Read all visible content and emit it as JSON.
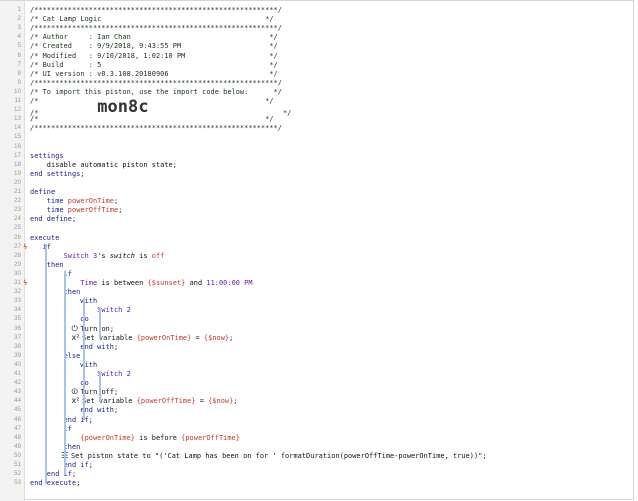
{
  "colors": {
    "comment": "#1f2f1f",
    "keyword": "#1c1c8a",
    "variable": "#c0392b",
    "device": "#6a1bb3",
    "flag": "#e06a1b",
    "guide": "#a8c4e6"
  },
  "lines": [
    {
      "n": "1",
      "t": [
        [
          "comment",
          "/**********************************************************/"
        ]
      ]
    },
    {
      "n": "2",
      "t": [
        [
          "comment",
          "/* Cat Lamp Logic                                       */"
        ]
      ]
    },
    {
      "n": "3",
      "t": [
        [
          "comment",
          "/**********************************************************/"
        ]
      ]
    },
    {
      "n": "4",
      "t": [
        [
          "comment",
          "/* Author     : Ian Chan                                 */"
        ]
      ]
    },
    {
      "n": "5",
      "t": [
        [
          "comment",
          "/* Created    : 9/9/2018, 9:43:55 PM                     */"
        ]
      ]
    },
    {
      "n": "6",
      "t": [
        [
          "comment",
          "/* Modified   : 9/10/2018, 1:02:10 PM                    */"
        ]
      ]
    },
    {
      "n": "7",
      "t": [
        [
          "comment",
          "/* Build      : 5                                        */"
        ]
      ]
    },
    {
      "n": "8",
      "t": [
        [
          "comment",
          "/* UI version : v0.3.108.20180906                        */"
        ]
      ]
    },
    {
      "n": "9",
      "t": [
        [
          "comment",
          "/**********************************************************/"
        ]
      ]
    },
    {
      "n": "10",
      "t": [
        [
          "comment",
          "/* To import this piston, use the import code below:      */"
        ]
      ]
    },
    {
      "n": "11",
      "t": [
        [
          "comment",
          "/*                                                      */"
        ]
      ]
    },
    {
      "n": "12",
      "t": [
        [
          "comment",
          "/*              "
        ],
        [
          "big",
          "mon8c"
        ],
        [
          "comment",
          "                                */"
        ]
      ]
    },
    {
      "n": "13",
      "t": [
        [
          "comment",
          "/*                                                      */"
        ]
      ]
    },
    {
      "n": "14",
      "t": [
        [
          "comment",
          "/**********************************************************/"
        ]
      ]
    },
    {
      "n": "15",
      "t": []
    },
    {
      "n": "16",
      "t": []
    },
    {
      "n": "17",
      "t": [
        [
          "keyword",
          "settings"
        ]
      ]
    },
    {
      "n": "18",
      "t": [
        [
          "text",
          "    disable automatic piston state;"
        ]
      ]
    },
    {
      "n": "19",
      "t": [
        [
          "keyword",
          "end settings"
        ],
        [
          "text",
          ";"
        ]
      ]
    },
    {
      "n": "20",
      "t": []
    },
    {
      "n": "21",
      "t": [
        [
          "keyword",
          "define"
        ]
      ]
    },
    {
      "n": "22",
      "t": [
        [
          "type",
          "    time "
        ],
        [
          "var",
          "powerOnTime"
        ],
        [
          "text",
          ";"
        ]
      ]
    },
    {
      "n": "23",
      "t": [
        [
          "type",
          "    time "
        ],
        [
          "var",
          "powerOffTime"
        ],
        [
          "text",
          ";"
        ]
      ]
    },
    {
      "n": "24",
      "t": [
        [
          "keyword",
          "end define"
        ],
        [
          "text",
          ";"
        ]
      ]
    },
    {
      "n": "25",
      "t": []
    },
    {
      "n": "26",
      "t": [
        [
          "keyword",
          "execute"
        ]
      ]
    },
    {
      "n": "27",
      "flag": "ϟ",
      "t": [
        [
          "keyword",
          "   if"
        ]
      ]
    },
    {
      "n": "28",
      "t": [
        [
          "device",
          "        Switch 3"
        ],
        [
          "text",
          "'s "
        ],
        [
          "italic",
          "switch"
        ],
        [
          "text",
          " is "
        ],
        [
          "var",
          "off"
        ]
      ]
    },
    {
      "n": "29",
      "t": [
        [
          "keyword",
          "    then"
        ]
      ]
    },
    {
      "n": "30",
      "t": [
        [
          "keyword",
          "        if"
        ]
      ]
    },
    {
      "n": "31",
      "flag": "ϟ",
      "t": [
        [
          "device",
          "            Time"
        ],
        [
          "text",
          " is between "
        ],
        [
          "var",
          "{$sunset}"
        ],
        [
          "text",
          " and "
        ],
        [
          "num",
          "11:00:00 PM"
        ]
      ]
    },
    {
      "n": "32",
      "t": [
        [
          "keyword",
          "        then"
        ]
      ]
    },
    {
      "n": "33",
      "t": [
        [
          "keyword",
          "            with"
        ]
      ]
    },
    {
      "n": "34",
      "t": [
        [
          "device",
          "                Switch 2"
        ]
      ]
    },
    {
      "n": "35",
      "t": [
        [
          "keyword",
          "            do"
        ]
      ]
    },
    {
      "n": "36",
      "t": [
        [
          "icon",
          "                ⏻ "
        ],
        [
          "text",
          "Turn on;"
        ]
      ]
    },
    {
      "n": "37",
      "t": [
        [
          "icon",
          "                x² "
        ],
        [
          "text",
          "Set variable "
        ],
        [
          "var",
          "{powerOnTime}"
        ],
        [
          "text",
          " = "
        ],
        [
          "var",
          "{$now}"
        ],
        [
          "text",
          ";"
        ]
      ]
    },
    {
      "n": "38",
      "t": [
        [
          "keyword",
          "            end with"
        ],
        [
          "text",
          ";"
        ]
      ]
    },
    {
      "n": "39",
      "t": [
        [
          "keyword",
          "        else"
        ]
      ]
    },
    {
      "n": "40",
      "t": [
        [
          "keyword",
          "            with"
        ]
      ]
    },
    {
      "n": "41",
      "t": [
        [
          "device",
          "                Switch 2"
        ]
      ]
    },
    {
      "n": "42",
      "t": [
        [
          "keyword",
          "            do"
        ]
      ]
    },
    {
      "n": "43",
      "t": [
        [
          "icon",
          "                ⏼ "
        ],
        [
          "text",
          "Turn off;"
        ]
      ]
    },
    {
      "n": "44",
      "t": [
        [
          "icon",
          "                x² "
        ],
        [
          "text",
          "Set variable "
        ],
        [
          "var",
          "{powerOffTime}"
        ],
        [
          "text",
          " = "
        ],
        [
          "var",
          "{$now}"
        ],
        [
          "text",
          ";"
        ]
      ]
    },
    {
      "n": "45",
      "t": [
        [
          "keyword",
          "            end with"
        ],
        [
          "text",
          ";"
        ]
      ]
    },
    {
      "n": "46",
      "t": [
        [
          "keyword",
          "        end if"
        ],
        [
          "text",
          ";"
        ]
      ]
    },
    {
      "n": "47",
      "t": [
        [
          "keyword",
          "        if"
        ]
      ]
    },
    {
      "n": "48",
      "t": [
        [
          "var",
          "            {powerOnTime}"
        ],
        [
          "text",
          " is before "
        ],
        [
          "var",
          "{powerOffTime}"
        ]
      ]
    },
    {
      "n": "49",
      "t": [
        [
          "keyword",
          "        then"
        ]
      ]
    },
    {
      "n": "50",
      "t": [
        [
          "icon",
          "            ☷ "
        ],
        [
          "text",
          "Set piston state to \"('Cat Lamp has been on for ' formatDuration(powerOffTime-powerOnTime, true))\";"
        ]
      ]
    },
    {
      "n": "51",
      "t": [
        [
          "keyword",
          "        end if"
        ],
        [
          "text",
          ";"
        ]
      ]
    },
    {
      "n": "52",
      "t": [
        [
          "keyword",
          "    end if"
        ],
        [
          "text",
          ";"
        ]
      ]
    },
    {
      "n": "53",
      "t": [
        [
          "keyword",
          "end execute"
        ],
        [
          "text",
          ";"
        ]
      ]
    }
  ]
}
